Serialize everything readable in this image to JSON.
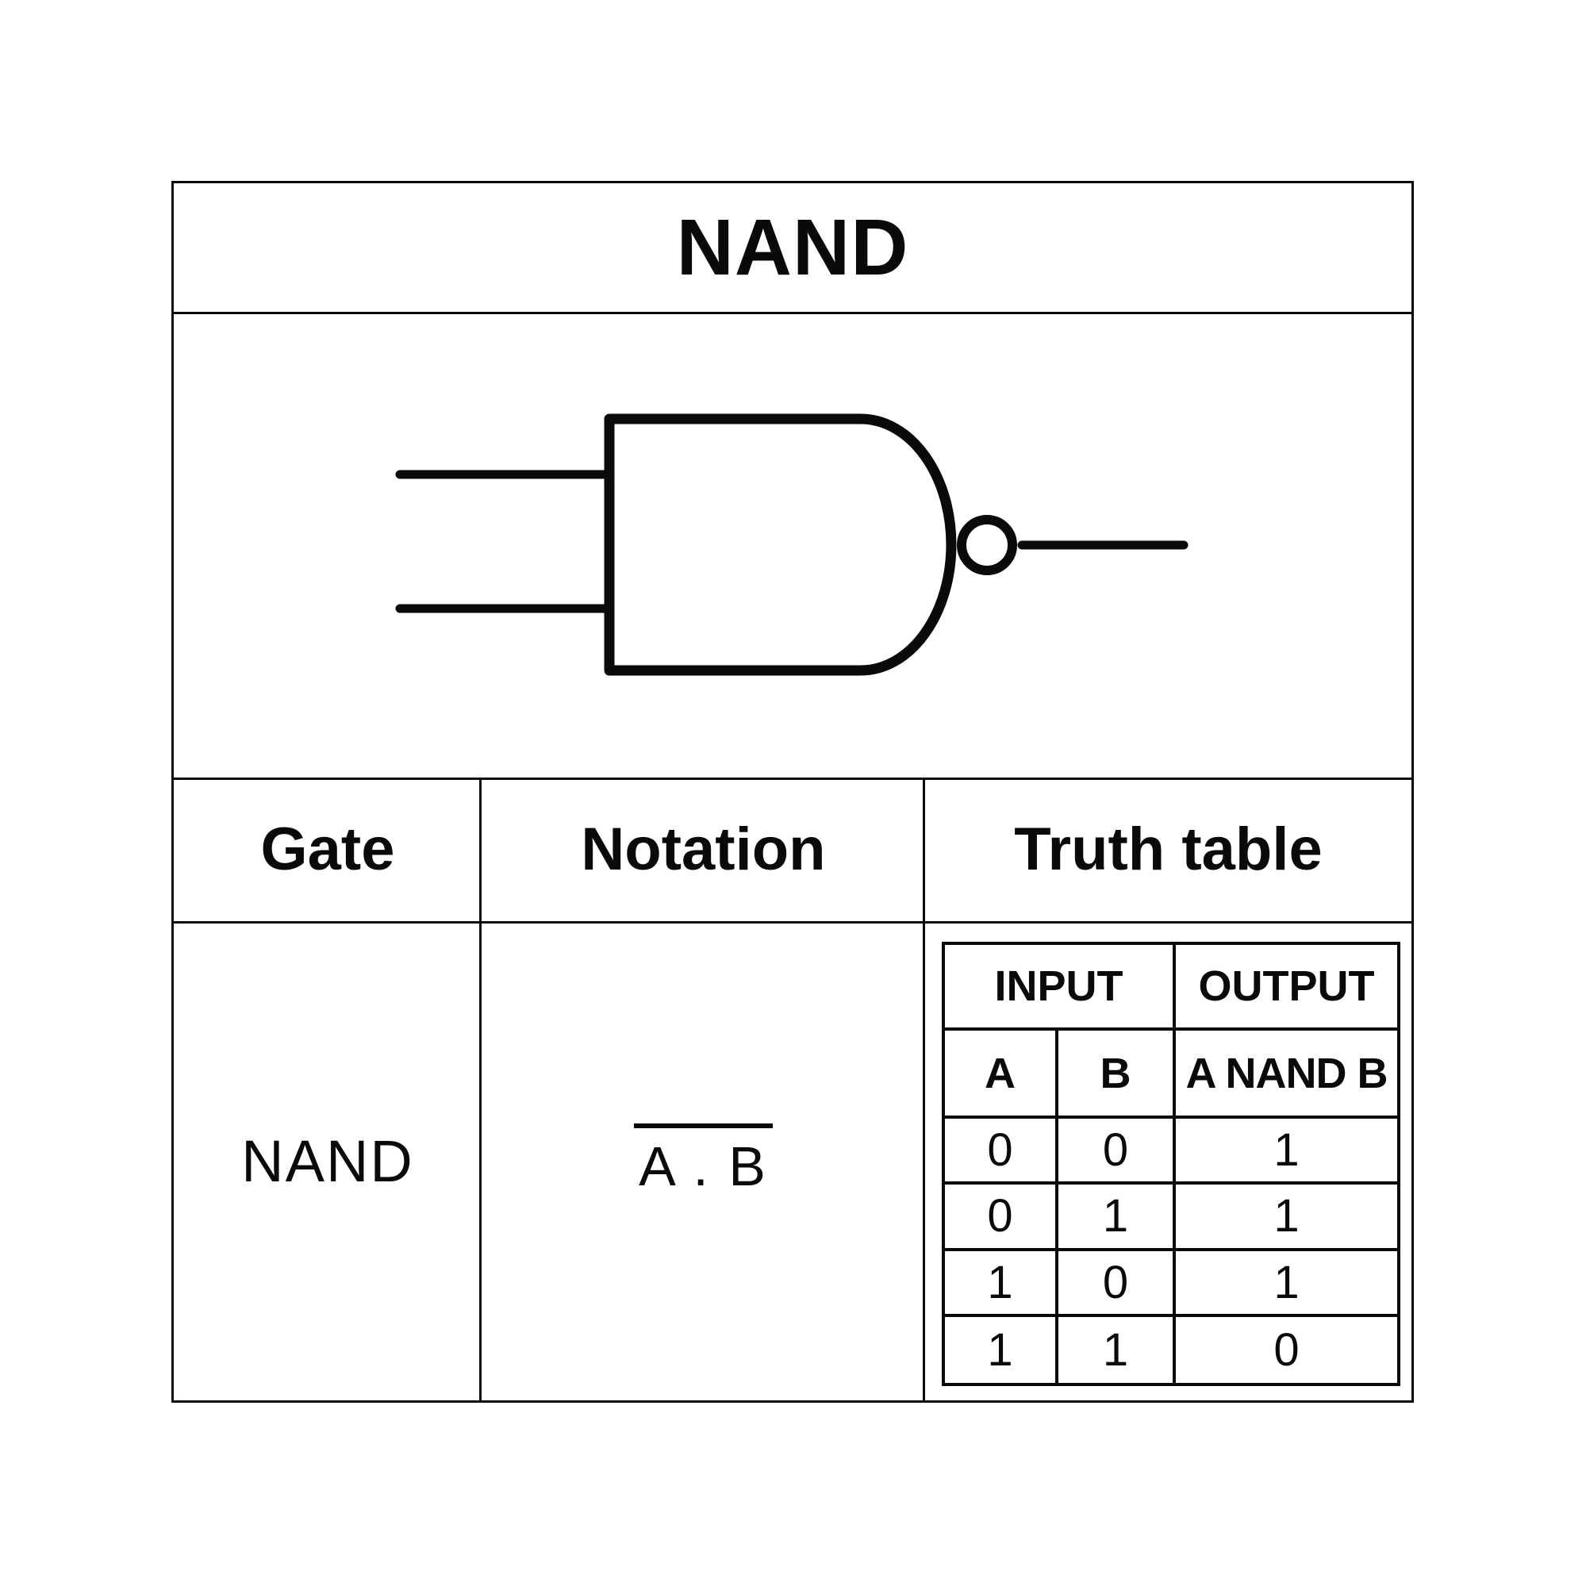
{
  "title": "NAND",
  "columns": {
    "gate": "Gate",
    "notation": "Notation",
    "truth_table": "Truth table"
  },
  "gate": {
    "name": "NAND",
    "notation_expression": "A . B",
    "notation_has_overline": true,
    "input_count": 2
  },
  "truth_table": {
    "input_label": "INPUT",
    "output_label": "OUTPUT",
    "column_headers": [
      "A",
      "B",
      "A NAND B"
    ],
    "rows": [
      [
        "0",
        "0",
        "1"
      ],
      [
        "0",
        "1",
        "1"
      ],
      [
        "1",
        "0",
        "1"
      ],
      [
        "1",
        "1",
        "0"
      ]
    ]
  },
  "colors": {
    "background": "#ffffff",
    "ink": "#000000"
  }
}
